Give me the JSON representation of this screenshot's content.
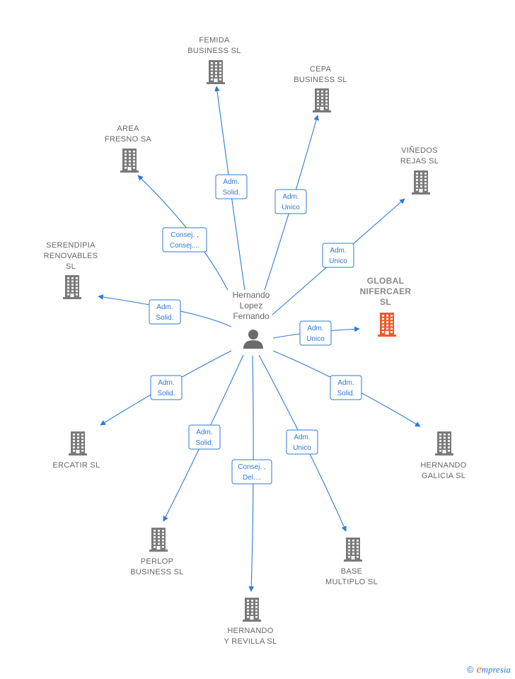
{
  "colors": {
    "edge": "#2f7ad6",
    "building": "#7a7a7a",
    "highlight": "#f05a28",
    "person": "#6b6b6b"
  },
  "center": {
    "lines": [
      "Hernando",
      "Lopez",
      "Fernando"
    ]
  },
  "nodes": [
    {
      "id": "femida",
      "lines": [
        "FEMIDA",
        "BUSINESS  SL"
      ],
      "highlight": false
    },
    {
      "id": "cepa",
      "lines": [
        "CEPA",
        "BUSINESS  SL"
      ],
      "highlight": false
    },
    {
      "id": "area",
      "lines": [
        "AREA",
        "FRESNO SA"
      ],
      "highlight": false
    },
    {
      "id": "vinedos",
      "lines": [
        "VIÑEDOS",
        "REJAS  SL"
      ],
      "highlight": false
    },
    {
      "id": "serendipia",
      "lines": [
        "SERENDIPIA",
        "RENOVABLES",
        "SL"
      ],
      "highlight": false
    },
    {
      "id": "global",
      "lines": [
        "GLOBAL",
        "NIFERCAER",
        "SL"
      ],
      "highlight": true
    },
    {
      "id": "ercatir",
      "lines": [
        "ERCATIR  SL"
      ],
      "highlight": false
    },
    {
      "id": "hgalicia",
      "lines": [
        "HERNANDO",
        "GALICIA  SL"
      ],
      "highlight": false
    },
    {
      "id": "perlop",
      "lines": [
        "PERLOP",
        "BUSINESS  SL"
      ],
      "highlight": false
    },
    {
      "id": "base",
      "lines": [
        "BASE",
        "MULTIPLO  SL"
      ],
      "highlight": false
    },
    {
      "id": "hrevilla",
      "lines": [
        "HERNANDO",
        "Y REVILLA  SL"
      ],
      "highlight": false
    }
  ],
  "edges": [
    {
      "to": "femida",
      "label": [
        "Adm.",
        "Solid."
      ]
    },
    {
      "to": "cepa",
      "label": [
        "Adm.",
        "Unico"
      ]
    },
    {
      "to": "area",
      "label": [
        "Consej. ,",
        "Consej...."
      ]
    },
    {
      "to": "vinedos",
      "label": [
        "Adm.",
        "Unico"
      ]
    },
    {
      "to": "serendipia",
      "label": [
        "Adm.",
        "Solid."
      ]
    },
    {
      "to": "global",
      "label": [
        "Adm.",
        "Unico"
      ]
    },
    {
      "to": "ercatir",
      "label": [
        "Adm.",
        "Solid."
      ]
    },
    {
      "to": "hgalicia",
      "label": [
        "Adm.",
        "Solid."
      ]
    },
    {
      "to": "perlop",
      "label": [
        "Adm.",
        "Solid."
      ]
    },
    {
      "to": "base",
      "label": [
        "Adm.",
        "Unico"
      ]
    },
    {
      "to": "hrevilla",
      "label": [
        "Consej. ,",
        "Del...."
      ]
    }
  ],
  "footer": {
    "copyright": "©",
    "brand_initial": "e",
    "brand_rest": "mpresia"
  }
}
